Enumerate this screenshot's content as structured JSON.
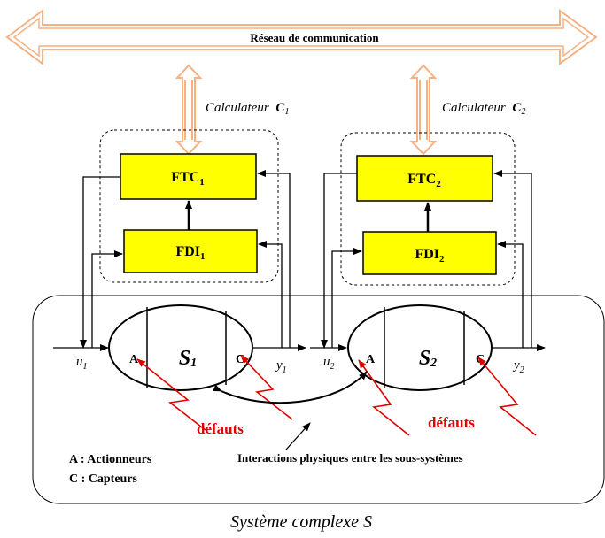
{
  "network": {
    "label": "Réseau de communication"
  },
  "calc1": {
    "label": "Calculateur",
    "sym": "C",
    "sub": "1"
  },
  "calc2": {
    "label": "Calculateur",
    "sym": "C",
    "sub": "2"
  },
  "ftc1": {
    "base": "FTC",
    "sub": "1"
  },
  "fdi1": {
    "base": "FDI",
    "sub": "1"
  },
  "ftc2": {
    "base": "FTC",
    "sub": "2"
  },
  "fdi2": {
    "base": "FDI",
    "sub": "2"
  },
  "s1": {
    "sym": "S",
    "sub": "1",
    "a": "A",
    "c": "C",
    "u": "u",
    "u_sub": "1",
    "y": "y",
    "y_sub": "1"
  },
  "s2": {
    "sym": "S",
    "sub": "2",
    "a": "A",
    "c": "C",
    "u": "u",
    "u_sub": "2",
    "y": "y",
    "y_sub": "2"
  },
  "faults": {
    "label1": "défauts",
    "label2": "défauts"
  },
  "interactions": {
    "label": "Interactions physiques entre les sous-systèmes"
  },
  "legend": {
    "a_line": "A : Actionneurs",
    "c_line": "C : Capteurs"
  },
  "system": {
    "label": "Système complexe S"
  },
  "colors": {
    "block_fill": "#ffff00",
    "fault": "#e00000",
    "network_stroke": "#f4b183"
  }
}
